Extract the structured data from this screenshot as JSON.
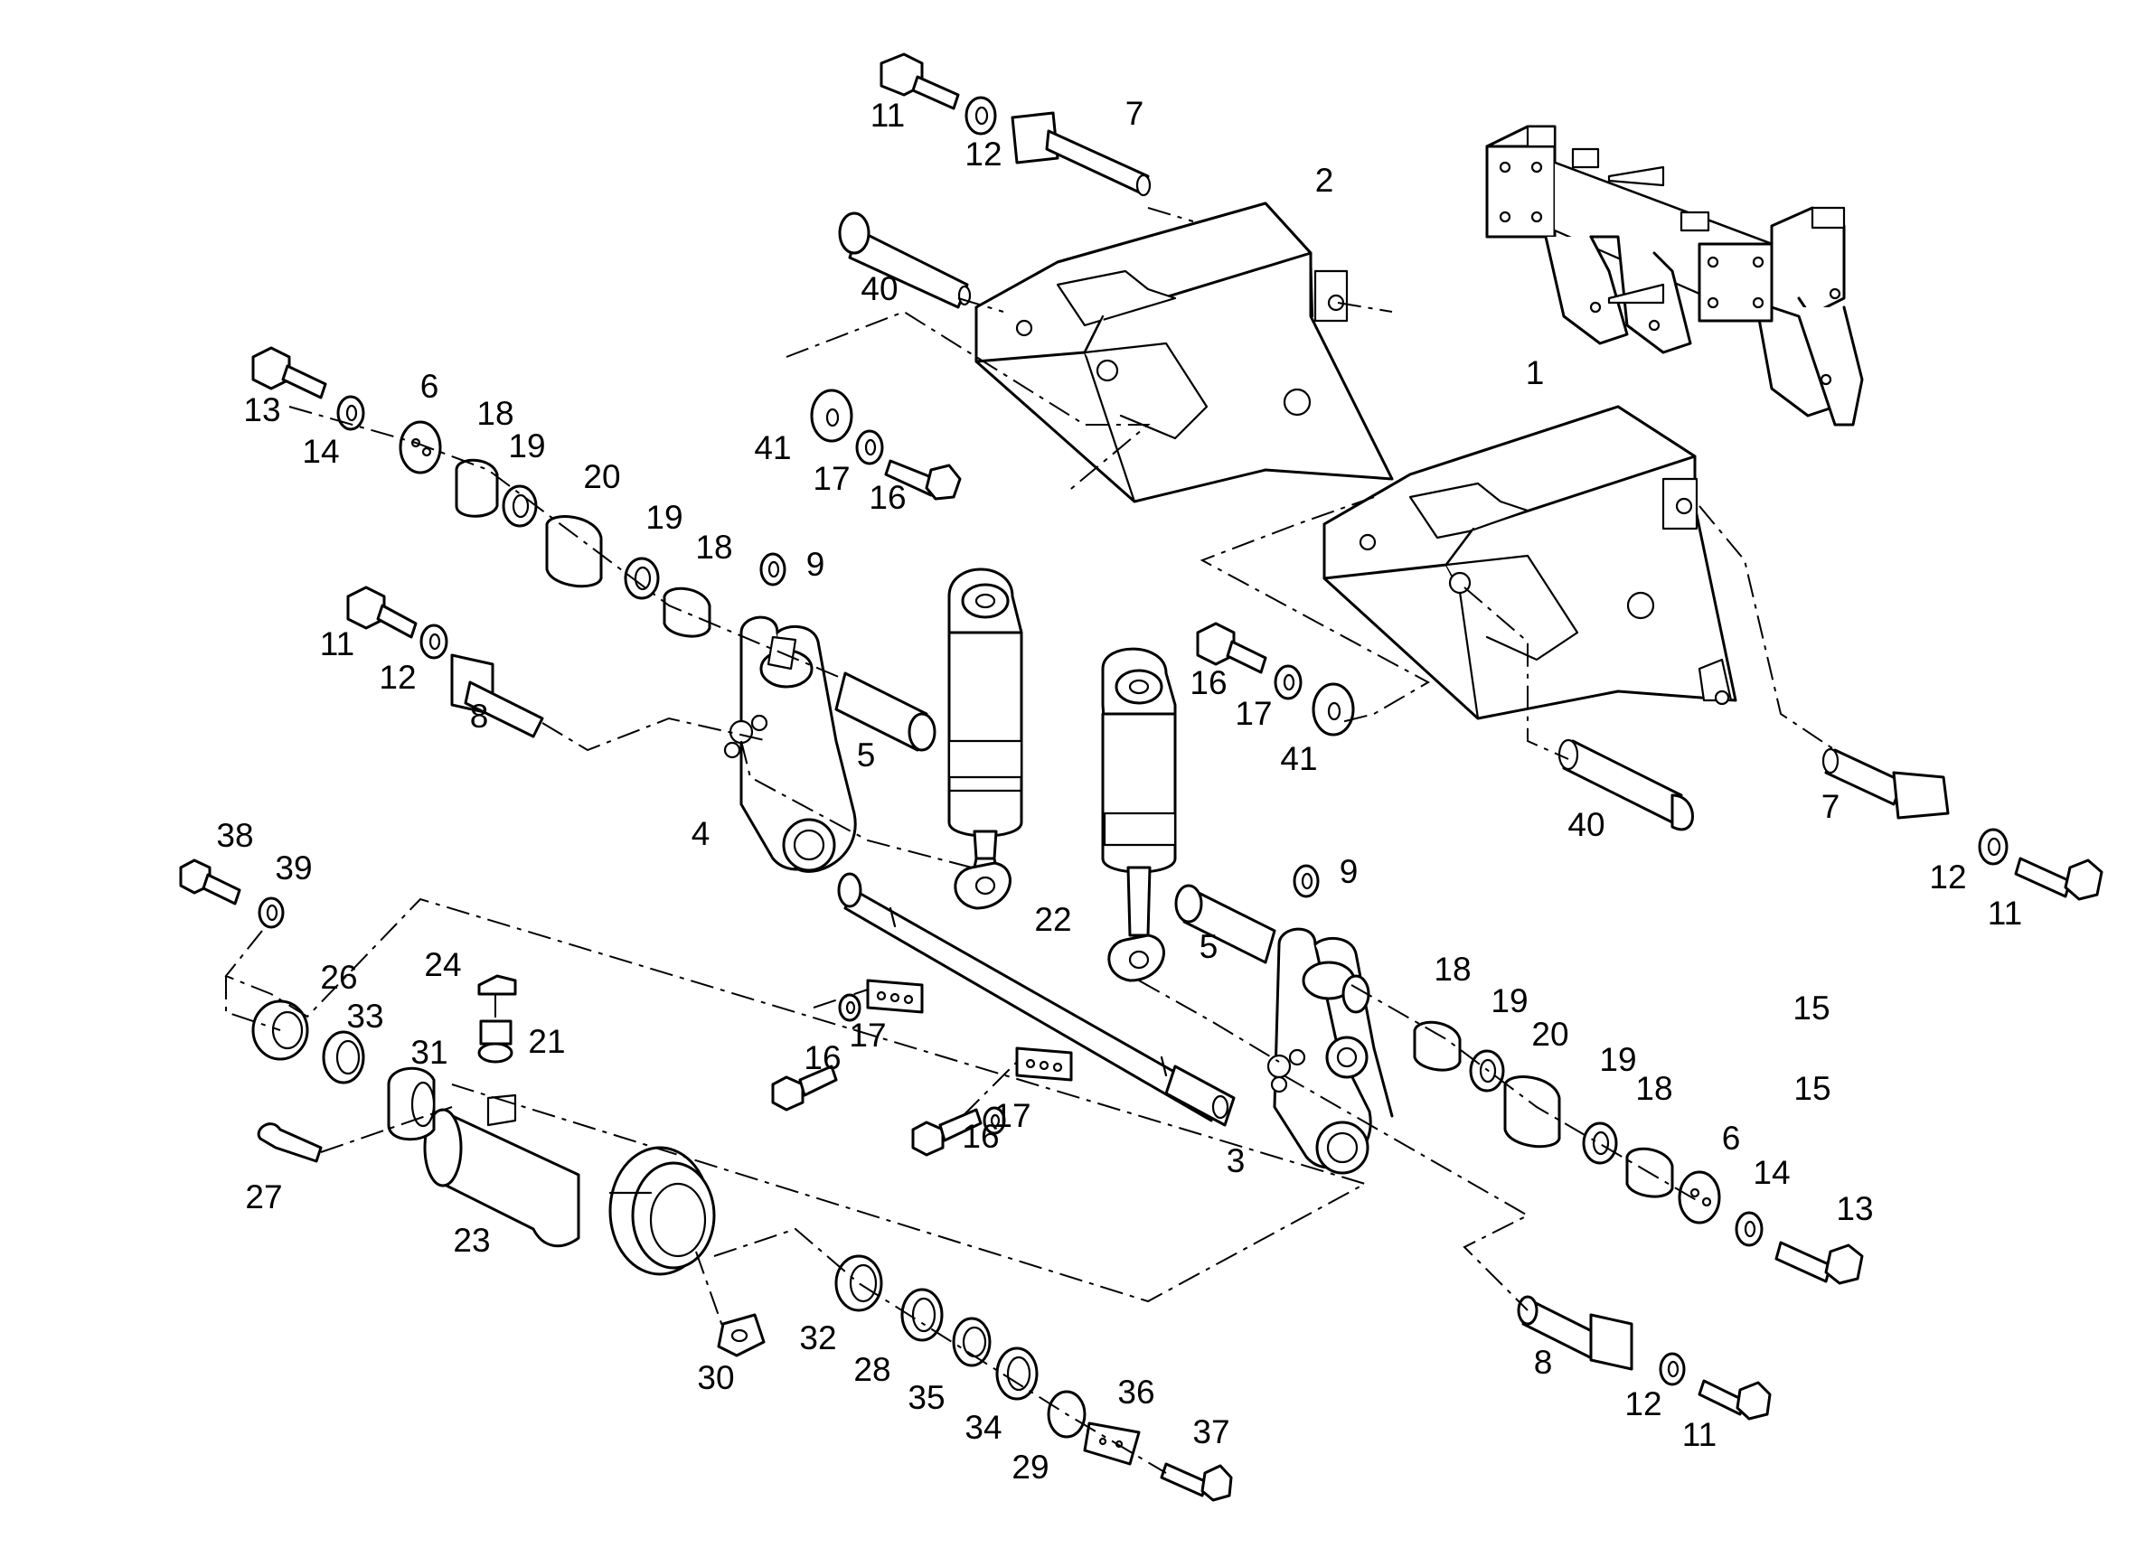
{
  "callouts": [
    {
      "text": "1"
    },
    {
      "text": "2"
    },
    {
      "text": "3"
    },
    {
      "text": "4"
    },
    {
      "text": "5"
    },
    {
      "text": "5"
    },
    {
      "text": "6"
    },
    {
      "text": "6"
    },
    {
      "text": "7"
    },
    {
      "text": "7"
    },
    {
      "text": "8"
    },
    {
      "text": "8"
    },
    {
      "text": "9"
    },
    {
      "text": "9"
    },
    {
      "text": "11"
    },
    {
      "text": "11"
    },
    {
      "text": "11"
    },
    {
      "text": "11"
    },
    {
      "text": "12"
    },
    {
      "text": "12"
    },
    {
      "text": "12"
    },
    {
      "text": "12"
    },
    {
      "text": "13"
    },
    {
      "text": "13"
    },
    {
      "text": "14"
    },
    {
      "text": "14"
    },
    {
      "text": "15"
    },
    {
      "text": "15"
    },
    {
      "text": "16"
    },
    {
      "text": "16"
    },
    {
      "text": "16"
    },
    {
      "text": "16"
    },
    {
      "text": "17"
    },
    {
      "text": "17"
    },
    {
      "text": "17"
    },
    {
      "text": "17"
    },
    {
      "text": "18"
    },
    {
      "text": "18"
    },
    {
      "text": "18"
    },
    {
      "text": "18"
    },
    {
      "text": "19"
    },
    {
      "text": "19"
    },
    {
      "text": "19"
    },
    {
      "text": "19"
    },
    {
      "text": "20"
    },
    {
      "text": "20"
    },
    {
      "text": "21"
    },
    {
      "text": "22"
    },
    {
      "text": "23"
    },
    {
      "text": "24"
    },
    {
      "text": "26"
    },
    {
      "text": "27"
    },
    {
      "text": "28"
    },
    {
      "text": "29"
    },
    {
      "text": "30"
    },
    {
      "text": "31"
    },
    {
      "text": "32"
    },
    {
      "text": "33"
    },
    {
      "text": "34"
    },
    {
      "text": "35"
    },
    {
      "text": "36"
    },
    {
      "text": "37"
    },
    {
      "text": "38"
    },
    {
      "text": "39"
    },
    {
      "text": "40"
    },
    {
      "text": "40"
    },
    {
      "text": "41"
    },
    {
      "text": "41"
    }
  ]
}
